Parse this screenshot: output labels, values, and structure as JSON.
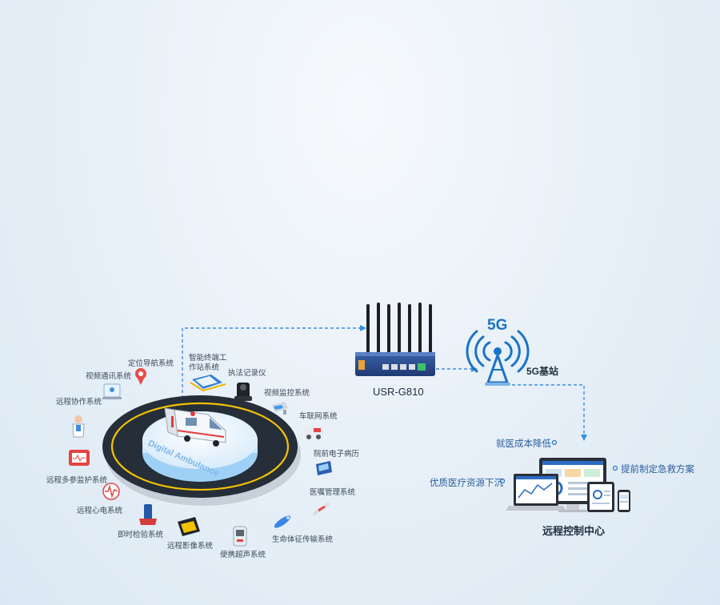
{
  "router": {
    "label": "USR-G810"
  },
  "base_station": {
    "badge": "5G",
    "label": "5G基站"
  },
  "control_center": {
    "label": "远程控制中心",
    "benefits": [
      "就医成本降低",
      "优质医疗资源下沉",
      "提前制定急救方案"
    ]
  },
  "ambulance": {
    "label": "Digital Ambulance"
  },
  "systems": [
    "智能终端工作站系统",
    "执法记录仪",
    "视频监控系统",
    "车联网系统",
    "院前电子病历",
    "医嘱管理系统",
    "生命体征传输系统",
    "便携超声系统",
    "远程影像系统",
    "即时检验系统",
    "远程心电系统",
    "远程多参监护系统",
    "远程协作系统",
    "视频通讯系统",
    "定位导航系统"
  ],
  "colors": {
    "accent": "#1a73c9",
    "dash": "#3a8ee0",
    "router": "#2d4d8e"
  }
}
